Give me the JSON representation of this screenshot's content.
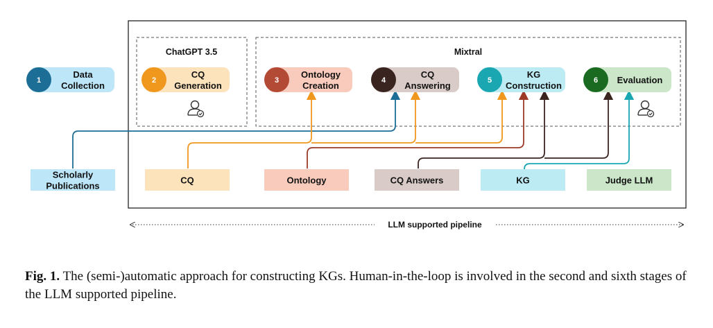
{
  "groups": {
    "chatgpt": "ChatGPT 3.5",
    "mixtral": "Mixtral"
  },
  "stages": [
    {
      "num": "1",
      "lines": [
        "Data",
        "Collection"
      ],
      "color": "#1c6e96",
      "fill": "#bde6f8"
    },
    {
      "num": "2",
      "lines": [
        "CQ",
        "Generation"
      ],
      "color": "#f0981e",
      "fill": "#fde3bc"
    },
    {
      "num": "3",
      "lines": [
        "Ontology",
        "Creation"
      ],
      "color": "#b34a35",
      "fill": "#f8cbbd"
    },
    {
      "num": "4",
      "lines": [
        "CQ",
        "Answering"
      ],
      "color": "#3a2420",
      "fill": "#d9cbc7"
    },
    {
      "num": "5",
      "lines": [
        "KG",
        "Construction"
      ],
      "color": "#1aa7b2",
      "fill": "#bcebf3"
    },
    {
      "num": "6",
      "lines": [
        "Evaluation"
      ],
      "color": "#1a6a22",
      "fill": "#cbe6c9"
    }
  ],
  "artifacts": [
    {
      "lines": [
        "Scholarly",
        "Publications"
      ],
      "fill": "#bde6f8"
    },
    {
      "lines": [
        "CQ"
      ],
      "fill": "#fde3bc"
    },
    {
      "lines": [
        "Ontology"
      ],
      "fill": "#f8cbbd"
    },
    {
      "lines": [
        "CQ Answers"
      ],
      "fill": "#d9cbc7"
    },
    {
      "lines": [
        "KG"
      ],
      "fill": "#bcebf3"
    },
    {
      "lines": [
        "Judge LLM"
      ],
      "fill": "#cbe6c9"
    }
  ],
  "pipeline_label": "LLM supported pipeline",
  "icons": [
    "human-in-the-loop-icon"
  ],
  "caption": {
    "label": "Fig. 1.",
    "text": "The (semi-)automatic approach for constructing KGs. Human-in-the-loop is involved in the second and sixth stages of the LLM supported pipeline."
  }
}
